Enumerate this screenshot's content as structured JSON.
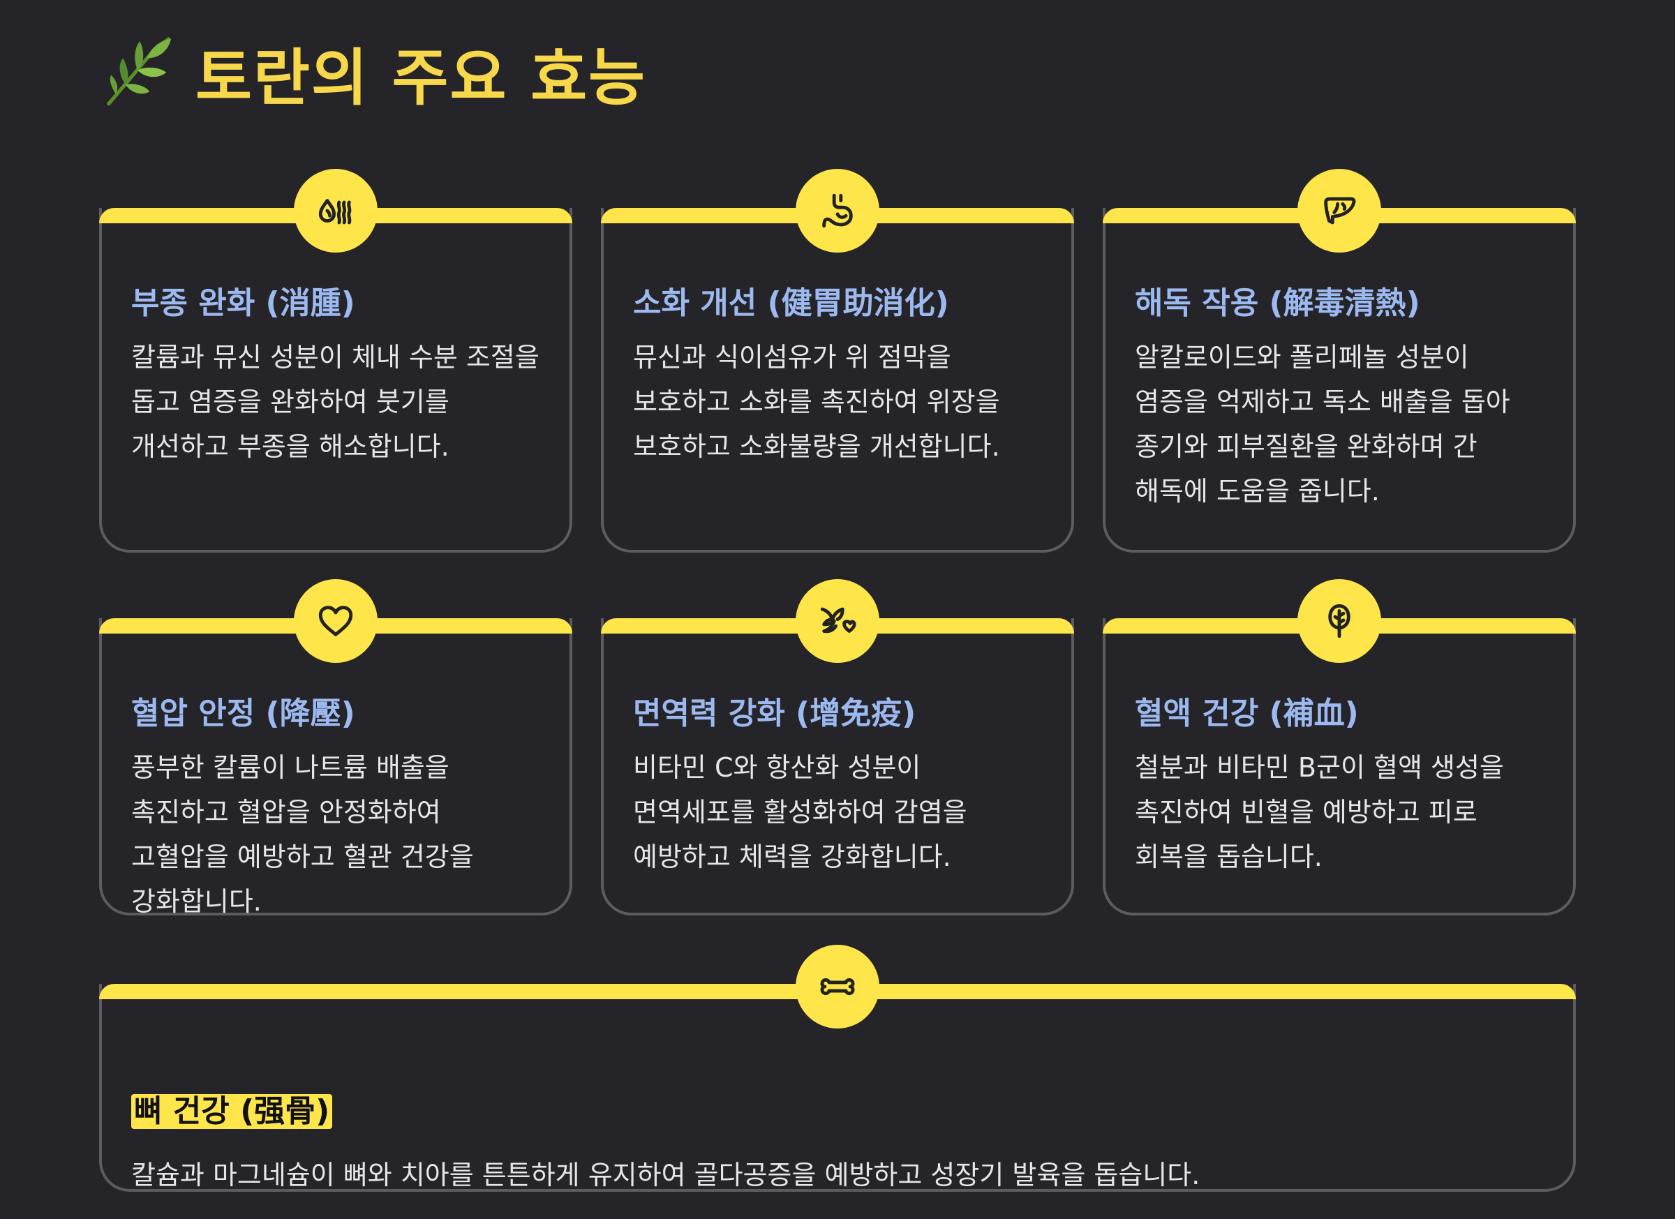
{
  "page": {
    "title": "토란의 주요 효능",
    "title_icon": "herb-icon"
  },
  "colors": {
    "background": "#252429",
    "accent_yellow": "#fde54a",
    "title_yellow": "#f7d84a",
    "card_title_blue": "#9cb9f0",
    "card_border": "#5b5b60"
  },
  "cards": [
    {
      "icon": "water-drops-icon",
      "title": "부종 완화 (消腫)",
      "description": "칼륨과 뮤신 성분이 체내 수분 조절을 돕고 염증을 완화하여 붓기를 개선하고 부종을 해소합니다."
    },
    {
      "icon": "stomach-icon",
      "title": "소화 개선 (健胃助消化)",
      "description": "뮤신과 식이섬유가 위 점막을 보호하고 소화를 촉진하여 위장을 보호하고 소화불량을 개선합니다."
    },
    {
      "icon": "liver-icon",
      "title": "해독 작용 (解毒清熱)",
      "description": "알칼로이드와 폴리페놀 성분이 염증을 억제하고 독소 배출을 돕아 종기와 피부질환을 완화하며 간 해독에 도움을 줍니다."
    },
    {
      "icon": "heart-icon",
      "title": "혈압 안정 (降壓)",
      "description": "풍부한 칼륨이 나트륨 배출을 촉진하고 혈압을 안정화하여 고혈압을 예방하고 혈관 건강을 강화합니다."
    },
    {
      "icon": "dove-heart-icon",
      "title": "면역력 강화 (增免疫)",
      "description": "비타민 C와 항산화 성분이 면역세포를 활성화하여 감염을 예방하고 체력을 강화합니다."
    },
    {
      "icon": "spinach-leaf-icon",
      "title": "혈액 건강 (補血)",
      "description": "철분과 비타민 B군이 혈액 생성을 촉진하여 빈혈을 예방하고 피로 회복을 돕습니다."
    },
    {
      "icon": "bone-icon",
      "title": "뼈 건강 (强骨)",
      "description": "칼슘과 마그네슘이 뼈와 치아를 튼튼하게 유지하여 골다공증을 예방하고 성장기 발육을 돕습니다."
    }
  ]
}
